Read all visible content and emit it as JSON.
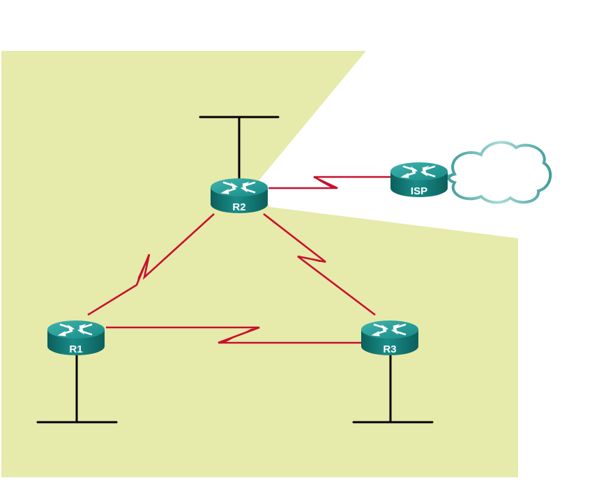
{
  "diagram": {
    "title": "",
    "colors": {
      "area_fill": "#e6eaaa",
      "serial_link": "#c8102e",
      "lan_segment": "#000000",
      "router_top": "#1f9a96",
      "router_side": "#0f6f6c",
      "cloud_stroke": "#5fb3b0"
    },
    "nodes": [
      {
        "id": "R1",
        "label": "R1",
        "type": "router"
      },
      {
        "id": "R2",
        "label": "R2",
        "type": "router"
      },
      {
        "id": "R3",
        "label": "R3",
        "type": "router"
      },
      {
        "id": "ISP",
        "label": "ISP",
        "type": "router"
      },
      {
        "id": "internet",
        "label": "",
        "type": "cloud"
      }
    ],
    "links": [
      {
        "from": "R2",
        "to": "ISP",
        "type": "serial"
      },
      {
        "from": "R1",
        "to": "R2",
        "type": "serial"
      },
      {
        "from": "R2",
        "to": "R3",
        "type": "serial"
      },
      {
        "from": "R1",
        "to": "R3",
        "type": "serial"
      },
      {
        "from": "ISP",
        "to": "internet",
        "type": "direct"
      }
    ],
    "lans": [
      {
        "router": "R1"
      },
      {
        "router": "R2"
      },
      {
        "router": "R3"
      }
    ],
    "icons": {
      "router": "router-icon",
      "cloud": "cloud-icon",
      "serial": "serial-link-icon"
    }
  }
}
